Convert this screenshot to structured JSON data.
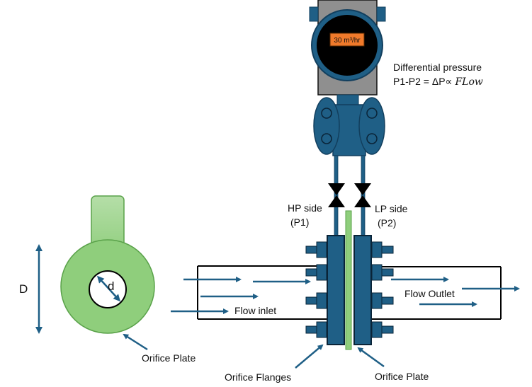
{
  "colors": {
    "steel_blue": "#1f5f86",
    "steel_blue_dark": "#123f5e",
    "transmitter_grey": "#8f8f8f",
    "display_orange": "#f07a2b",
    "plate_green": "#8fce7c",
    "plate_green_dark": "#5aa24a",
    "arrow": "#1f5f86",
    "valve": "#000000",
    "pipe": "#000000"
  },
  "transmitter": {
    "display_value": "30 m³/hr",
    "caption_line1": "Differential pressure",
    "caption_line2_prefix": "P1-P2 = ΔP∝ ",
    "caption_line2_var": "FLow"
  },
  "labels": {
    "hp_side": "HP side",
    "hp_p": "(P1)",
    "lp_side": "LP side",
    "lp_p": "(P2)",
    "flow_inlet": "Flow inlet",
    "flow_outlet": "Flow Outlet",
    "orifice_flanges": "Orifice Flanges",
    "orifice_plate_right": "Orifice Plate",
    "orifice_plate_left": "Orifice Plate",
    "bore_d": "d",
    "pipe_D": "D"
  }
}
